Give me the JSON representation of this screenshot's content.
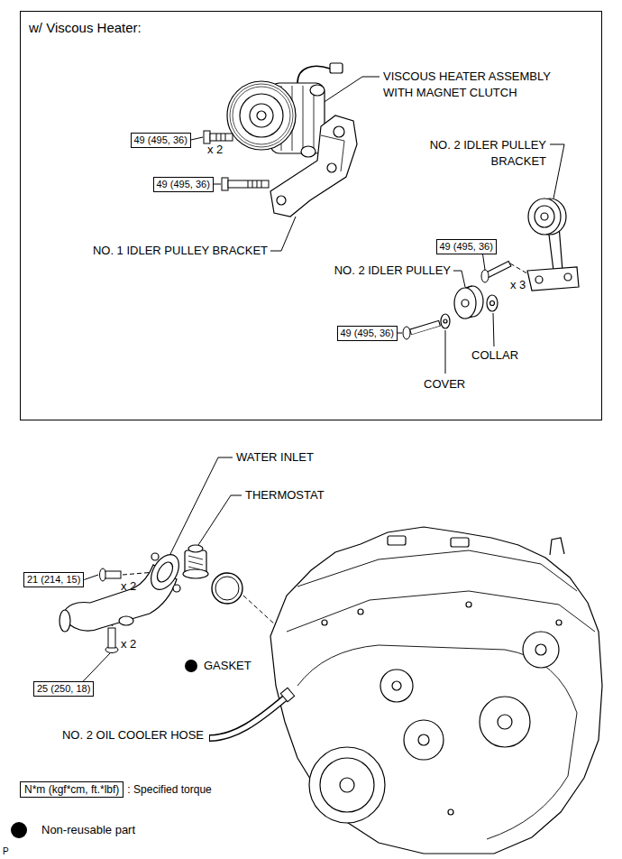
{
  "diagram": {
    "nodes": [
      {
        "text": [
          "w/ Viscous Heater:"
        ]
      },
      {
        "text": [
          "49 (495, 36)"
        ],
        "in": 0
      },
      {
        "text": [
          "49 (495, 36)"
        ],
        "in": 0
      },
      {
        "text": [
          "49 (495, 36)"
        ],
        "in": 0
      },
      {
        "text": [
          "49 (495, 36)"
        ],
        "in": 0
      },
      {
        "text": [
          "21 (214, 15)"
        ]
      },
      {
        "text": [
          "25 (250, 18)"
        ]
      },
      {
        "text": [
          "N*m (kgf*cm, ft.*lbf)"
        ]
      }
    ],
    "labels": [
      "VISCOUS HEATER ASSEMBLY WITH MAGNET CLUTCH",
      "x 2",
      "NO. 1 IDLER PULLEY BRACKET",
      "NO. 2 IDLER PULLEY BRACKET",
      "x 3",
      "NO. 2 IDLER PULLEY",
      "COLLAR",
      "COVER",
      "WATER INLET",
      "THERMOSTAT",
      "x 2",
      "x 2",
      "GASKET",
      "NO. 2 OIL COOLER HOSE",
      ": Specified torque",
      "P"
    ],
    "legend": [
      {
        "text": "Non-reusable part"
      }
    ]
  }
}
